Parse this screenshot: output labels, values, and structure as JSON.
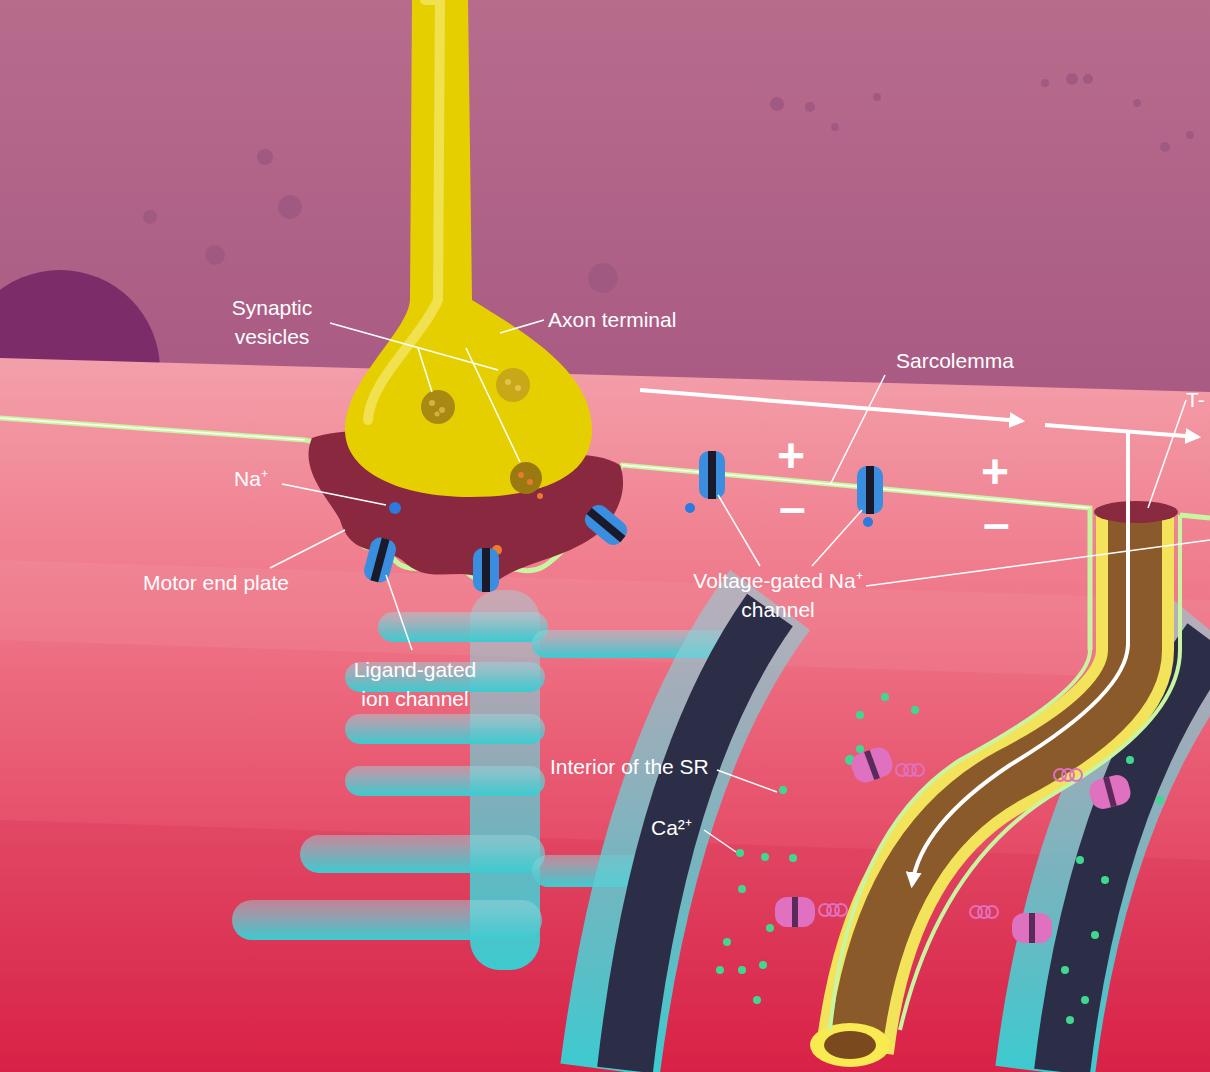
{
  "diagram": {
    "labels": [
      "Synaptic vesicles",
      "Axon terminal",
      "Sarcolemma",
      "T-",
      "Na⁺",
      "Motor end plate",
      "Ligand-gated ion channel",
      "Voltage-gated Na⁺ channel",
      "Interior of the SR",
      "Ca²⁺",
      "+",
      "–",
      "+",
      "–"
    ]
  }
}
